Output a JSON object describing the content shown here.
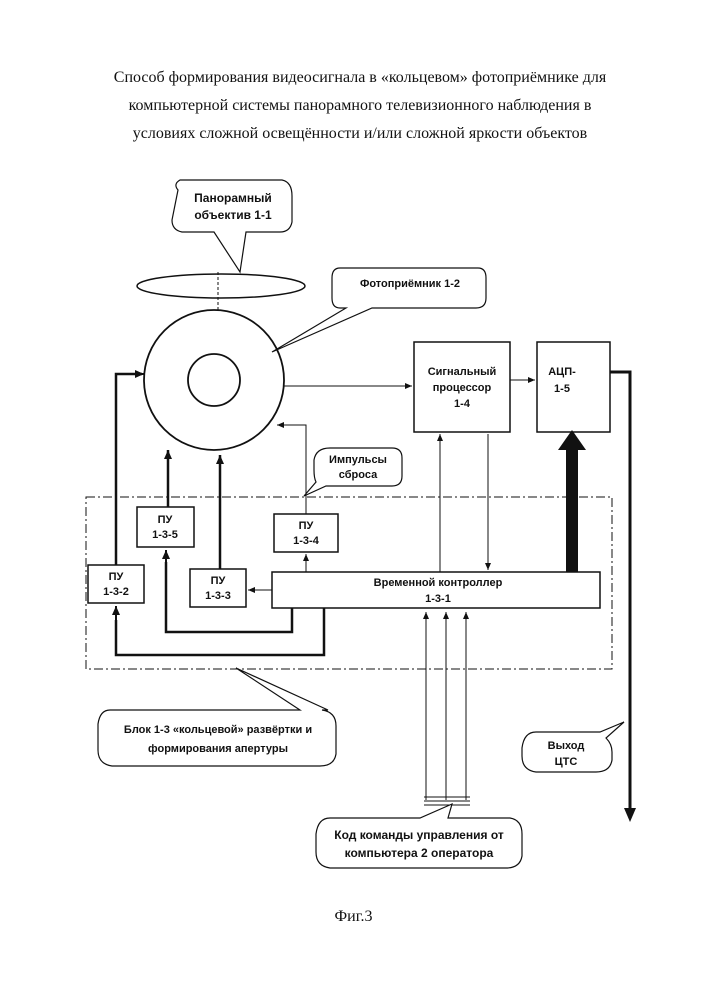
{
  "title": {
    "line1": "Способ формирования видеосигнала в «кольцевом» фотоприёмнике для",
    "line2": "компьютерной  системы панорамного телевизионного наблюдения в",
    "line3": "условиях сложной освещённости и/или сложной яркости объектов"
  },
  "callouts": {
    "lens_l1": "Панорамный",
    "lens_l2": "объектив 1-1",
    "photo": "Фотоприёмник 1-2",
    "reset_l1": "Импульсы",
    "reset_l2": "сброса",
    "block_l1": "Блок 1-3 «кольцевой» развёртки и",
    "block_l2": "формирования апертуры",
    "out_l1": "Выход",
    "out_l2": "ЦТС",
    "code_l1": "Код команды управления от",
    "code_l2": "компьютера 2 оператора"
  },
  "blocks": {
    "sp_l1": "Сигнальный",
    "sp_l2": "процессор",
    "sp_l3": "1-4",
    "adc_l1": "АЦП-",
    "adc_l2": "1-5",
    "tc_l1": "Временной контроллер",
    "tc_l2": "1-3-1",
    "pu_name": "ПУ",
    "pu132": "1-3-2",
    "pu135": "1-3-5",
    "pu133": "1-3-3",
    "pu134": "1-3-4"
  },
  "figure_caption": "Фиг.3"
}
